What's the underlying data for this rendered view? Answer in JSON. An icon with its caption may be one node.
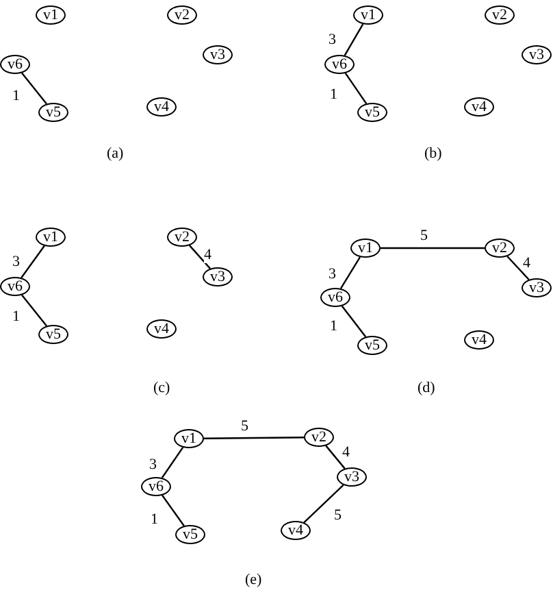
{
  "diagram": {
    "nodes": [
      {
        "text": [
          "v1"
        ]
      },
      {
        "text": [
          "v2"
        ]
      },
      {
        "text": [
          "v3"
        ]
      },
      {
        "text": [
          "v6"
        ]
      },
      {
        "text": [
          "v4"
        ]
      },
      {
        "text": [
          "v5"
        ]
      },
      {
        "text": [
          "v1"
        ]
      },
      {
        "text": [
          "v2"
        ]
      },
      {
        "text": [
          "v3"
        ]
      },
      {
        "text": [
          "v6"
        ]
      },
      {
        "text": [
          "v4"
        ]
      },
      {
        "text": [
          "v5"
        ]
      },
      {
        "text": [
          "v1"
        ]
      },
      {
        "text": [
          "v2"
        ]
      },
      {
        "text": [
          "v3"
        ]
      },
      {
        "text": [
          "v6"
        ]
      },
      {
        "text": [
          "v4"
        ]
      },
      {
        "text": [
          "v5"
        ]
      },
      {
        "text": [
          "v1"
        ]
      },
      {
        "text": [
          "v2"
        ]
      },
      {
        "text": [
          "v3"
        ]
      },
      {
        "text": [
          "v6"
        ]
      },
      {
        "text": [
          "v4"
        ]
      },
      {
        "text": [
          "v5"
        ]
      },
      {
        "text": [
          "v1"
        ]
      },
      {
        "text": [
          "v2"
        ]
      },
      {
        "text": [
          "v3"
        ]
      },
      {
        "text": [
          "v6"
        ]
      },
      {
        "text": [
          "v4"
        ]
      },
      {
        "text": [
          "v5"
        ]
      }
    ],
    "edges": [
      {
        "from": 3,
        "to": 5,
        "arrow": "none",
        "label": "1"
      },
      {
        "from": 6,
        "to": 9,
        "arrow": "none",
        "label": "3"
      },
      {
        "from": 9,
        "to": 11,
        "arrow": "none",
        "label": "1"
      },
      {
        "from": 12,
        "to": 15,
        "arrow": "none",
        "label": "3"
      },
      {
        "from": 15,
        "to": 17,
        "arrow": "none",
        "label": "1"
      },
      {
        "from": 13,
        "to": 14,
        "arrow": "none",
        "label": "4"
      },
      {
        "from": 18,
        "to": 21,
        "arrow": "none",
        "label": "3"
      },
      {
        "from": 21,
        "to": 23,
        "arrow": "none",
        "label": "1"
      },
      {
        "from": 18,
        "to": 19,
        "arrow": "none",
        "label": "5"
      },
      {
        "from": 19,
        "to": 20,
        "arrow": "none",
        "label": "4"
      },
      {
        "from": 24,
        "to": 27,
        "arrow": "none",
        "label": "3"
      },
      {
        "from": 27,
        "to": 29,
        "arrow": "none",
        "label": "1"
      },
      {
        "from": 24,
        "to": 25,
        "arrow": "none",
        "label": "5"
      },
      {
        "from": 25,
        "to": 26,
        "arrow": "none",
        "label": "4"
      },
      {
        "from": 26,
        "to": 28,
        "arrow": "none",
        "label": "5"
      }
    ],
    "labels": [
      "(a)",
      "(b)",
      "(c)",
      "(d)",
      "(e)"
    ]
  }
}
